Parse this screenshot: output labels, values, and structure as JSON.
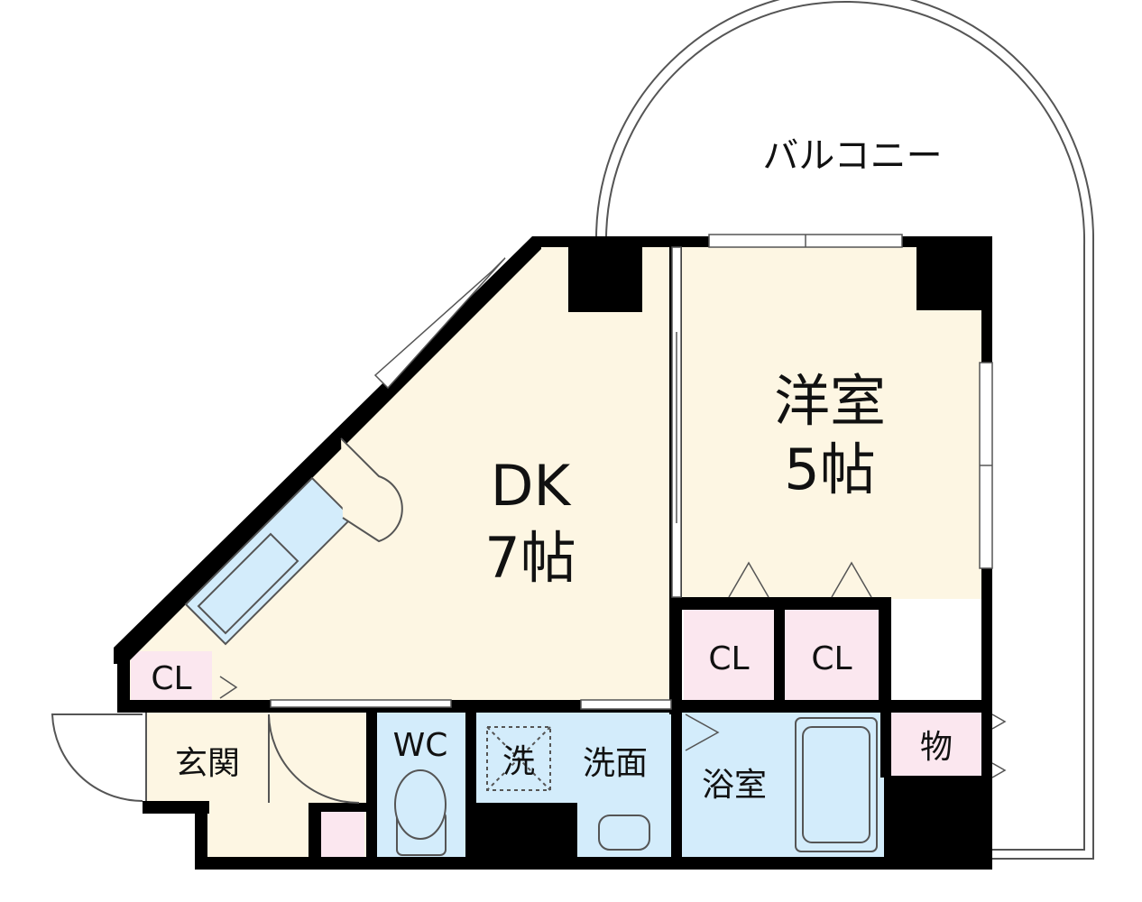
{
  "colors": {
    "wall": "#000000",
    "floor": "#fdf6e3",
    "closet": "#fbe7ef",
    "wet": "#d3ecfb",
    "line": "#555555"
  },
  "rooms": {
    "balcony": "バルコニー",
    "western_room_name": "洋室",
    "western_room_size": "5帖",
    "dk_name": "DK",
    "dk_size": "7帖",
    "closet_dk": "CL",
    "closet_1": "CL",
    "closet_2": "CL",
    "entrance": "玄関",
    "wc": "WC",
    "washer": "洗",
    "washroom": "洗面",
    "bathroom": "浴室",
    "storage": "物"
  }
}
